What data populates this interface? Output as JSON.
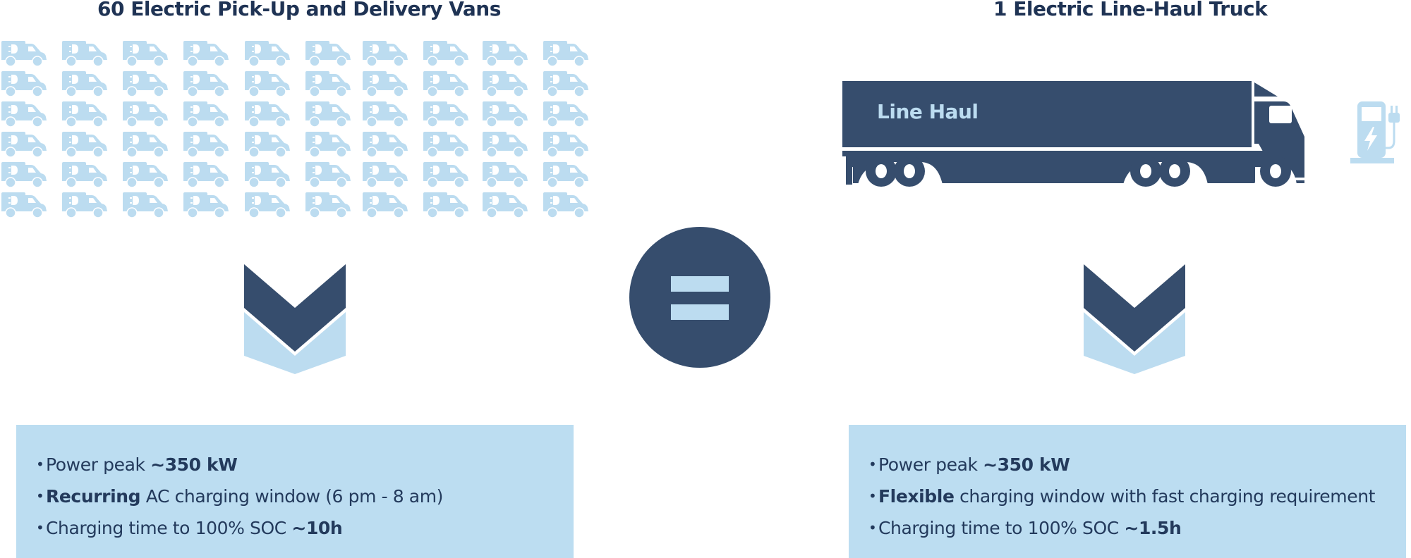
{
  "colors": {
    "dark": "#364d6d",
    "light": "#bcdcf0",
    "title": "#1f3354",
    "text": "#233a5c",
    "box_bg": "#bcddf1"
  },
  "left": {
    "title": "60 Electric Pick-Up and  Delivery Vans",
    "van_icon": "electric-van-icon",
    "van_count": 60,
    "van_grid": {
      "rows": 6,
      "cols": 10
    },
    "arrow_icon": "double-chevron-down-icon",
    "bullets": [
      {
        "pre": "Power peak ",
        "bold": "~350 kW",
        "post": ""
      },
      {
        "pre": "",
        "bold": "Recurring",
        "post": " AC charging window (6 pm - 8 am)"
      },
      {
        "pre": "Charging time to 100% SOC ",
        "bold": "~10h",
        "post": ""
      }
    ]
  },
  "center": {
    "equals_icon": "equals-circle-icon"
  },
  "right": {
    "title": "1 Electric Line-Haul Truck",
    "truck_icon": "line-haul-truck-icon",
    "truck_label": "Line Haul",
    "charger_icon": "ev-charging-station-icon",
    "arrow_icon": "double-chevron-down-icon",
    "bullets": [
      {
        "pre": "Power peak ",
        "bold": "~350 kW",
        "post": ""
      },
      {
        "pre": "",
        "bold": "Flexible",
        "post": " charging window with fast charging requirement"
      },
      {
        "pre": "Charging time to 100% SOC ",
        "bold": "~1.5h",
        "post": ""
      }
    ]
  }
}
